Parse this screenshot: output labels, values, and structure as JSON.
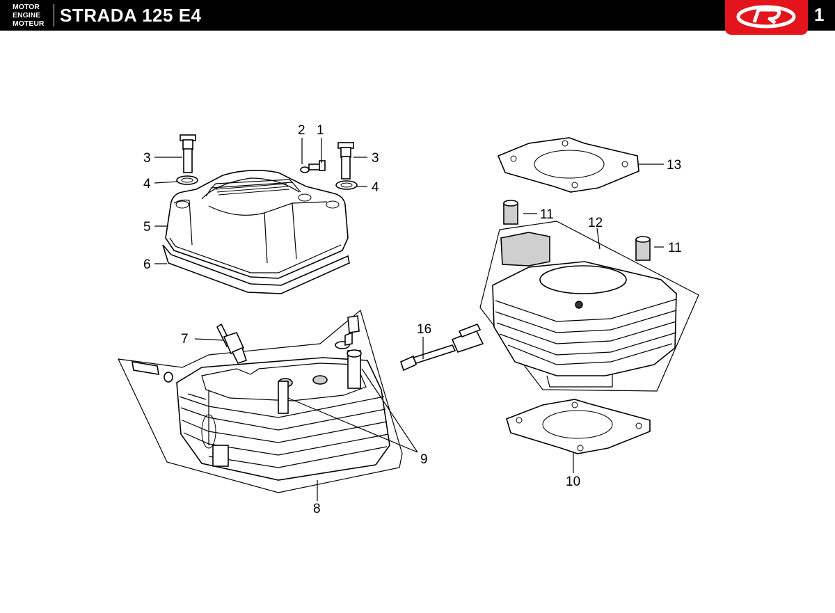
{
  "header": {
    "labels": [
      "MOTOR",
      "ENGINE",
      "MOTEUR"
    ],
    "model": "STRADA 125 E4",
    "page_number": "1",
    "logo_icon": "rieju-r-logo-icon",
    "colors": {
      "bar": "#000000",
      "text": "#ffffff",
      "logo": "#e3141c"
    }
  },
  "callouts": {
    "c1": "1",
    "c2": "2",
    "c3a": "3",
    "c3b": "3",
    "c4a": "4",
    "c4b": "4",
    "c5": "5",
    "c6": "6",
    "c7": "7",
    "c8": "8",
    "c9": "9",
    "c10": "10",
    "c11a": "11",
    "c11b": "11",
    "c12": "12",
    "c13": "13",
    "c16": "16"
  }
}
